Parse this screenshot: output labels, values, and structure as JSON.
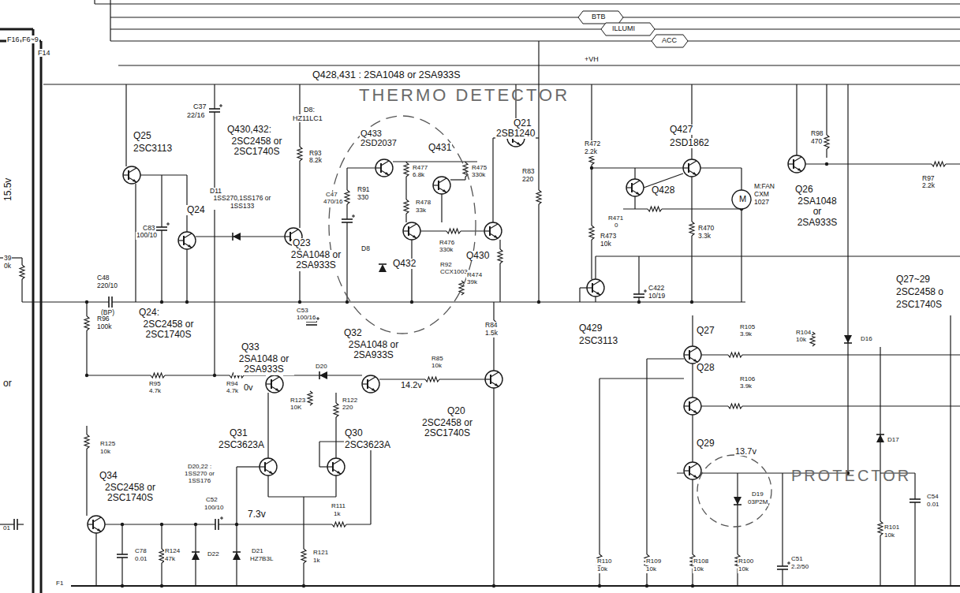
{
  "diagram": {
    "nodes": [
      {
        "text": [
          "THERMO DETECTOR"
        ]
      },
      {
        "text": [
          "PROTECTOR"
        ]
      }
    ],
    "labels": [
      "F16",
      "F6~9",
      "F14",
      "BTB",
      "ILLUMI",
      "ACC",
      "+VH",
      "Q428,431 : 2SA1048 or 2SA933S",
      "C37",
      "22/16",
      "D8:",
      "HZ11LC1",
      "Q430,432:",
      "2SC2458 or 2SC1740S",
      "Q25",
      "2SC3113",
      "R93",
      "8.2k",
      "Q433",
      "2SD2037",
      "Q431",
      "Q21",
      "2SB1240",
      "R477",
      "6.8k",
      "R475",
      "330k",
      "R83",
      "220",
      "R472",
      "2.2k",
      "Q427",
      "2SD1862",
      "R98",
      "470",
      "M",
      "M:FAN",
      "CXM",
      "1027",
      "Q26",
      "2SA1048 or 2SA933S",
      "R97",
      "2.2k",
      "15.5v",
      "Q24",
      "D11",
      "1SS270,1SS176 or 1SS133",
      "C47",
      "470/16",
      "R91",
      "330",
      "R478",
      "33k",
      "Q428",
      "R471",
      "0",
      "R473",
      "10k",
      "R470",
      "3.3k",
      "C83",
      "100/10",
      "Q23",
      "2SA1048 or 2SA933S",
      "R476",
      "330k",
      "D8",
      "Q432",
      "Q430",
      "R92",
      "CCX1003",
      "R474",
      "39k",
      "C422",
      "10/19",
      "Q27~29",
      "2SC2458 o",
      "2SC1740S",
      "39",
      "0k",
      "C48",
      "220/10",
      "(BP)",
      "Q24:",
      "2SC2458 or 2SC1740S",
      "R96",
      "100k",
      "C53",
      "100/16",
      "Q429",
      "2SC3113",
      "Q27",
      "R105",
      "3.9k",
      "R104",
      "10k",
      "D16",
      "Q33",
      "2SA1048 or 2SA933S",
      "Q32",
      "2SA1048 or 2SA933S",
      "R84",
      "1.5k",
      "R85",
      "10k",
      "Q28",
      "R106",
      "3.9k",
      "or",
      "R95",
      "4.7k",
      "R94",
      "4.7k",
      "0v",
      "D20",
      "14.2v",
      "R123",
      "10K",
      "R122",
      "220",
      "Q20",
      "2SC2458 or 2SC1740S",
      "D17",
      "Q31",
      "2SC3623A",
      "Q30",
      "2SC3623A",
      "R125",
      "10k",
      "D20,22 : 1SS270 or 1SS176",
      "Q34",
      "2SC2458 or 2SC1740S",
      "Q29",
      "13.7v",
      "D19",
      "03P2M",
      "R111",
      "1k",
      "C52",
      "100/10",
      "7.3v",
      "C54",
      "0.01",
      "R101",
      "10k",
      "C78",
      "0.01",
      "R124",
      "47k",
      "D22",
      "D21",
      "HZ7B3L",
      "R121",
      "1k",
      "R110",
      "10k",
      "R109",
      "10k",
      "R108",
      "10k",
      "R100",
      "10k",
      "C51",
      "2.2/50",
      "F1",
      "01"
    ]
  }
}
